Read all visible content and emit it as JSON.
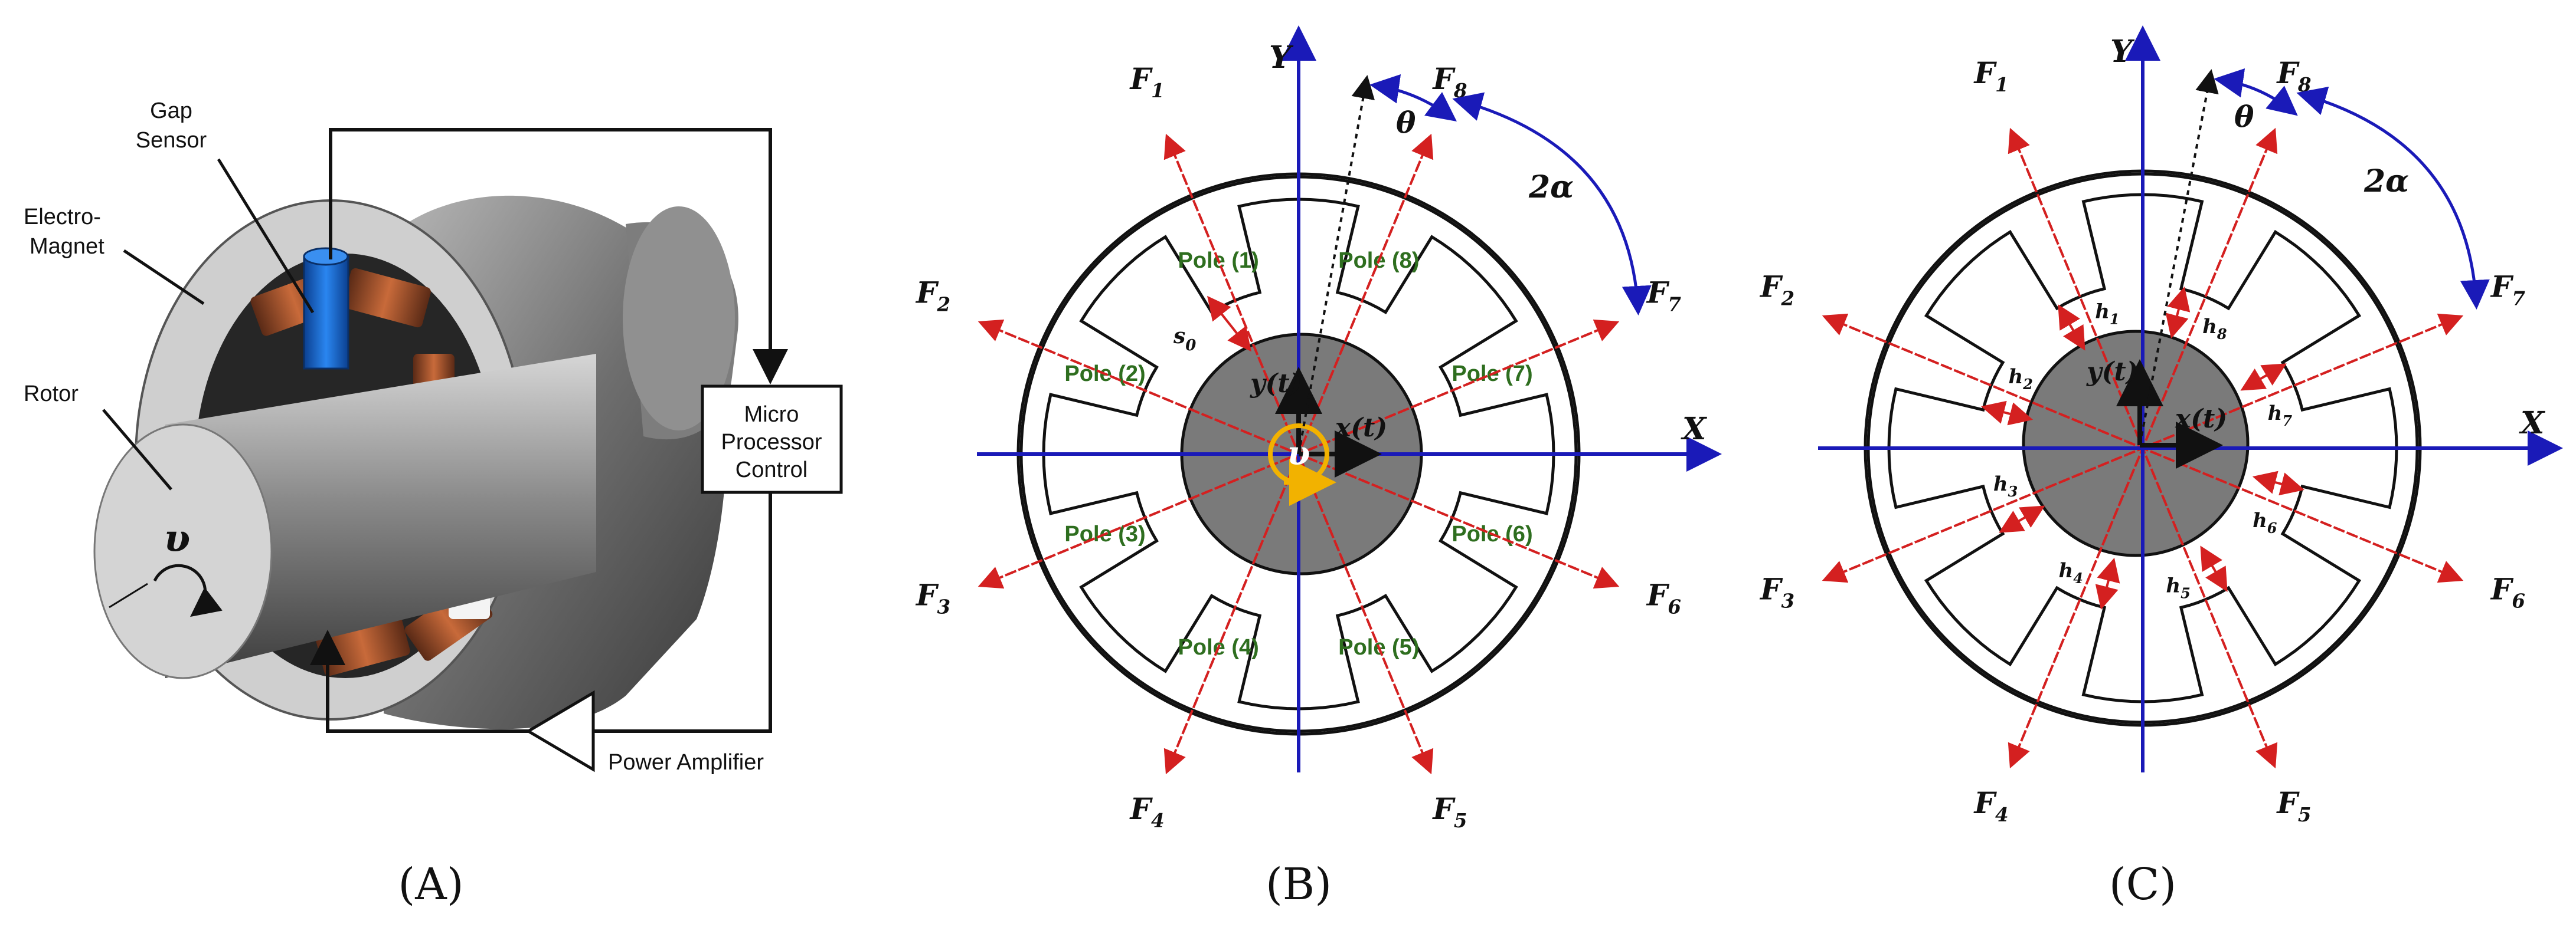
{
  "panel_a": {
    "caption": "(A)",
    "labels": {
      "gap_sensor": [
        "Gap",
        "Sensor"
      ],
      "electromagnet": [
        "Electro-",
        "Magnet"
      ],
      "rotor": "Rotor",
      "controller": [
        "Micro",
        "Processor",
        "Control"
      ],
      "amplifier": "Power Amplifier",
      "rotation": "υ"
    }
  },
  "panel_b": {
    "caption": "(B)",
    "axis_x": "X",
    "axis_y": "Y",
    "rotor_x": "x(t)",
    "rotor_y": "y(t)",
    "rotation": "υ",
    "angle_theta": "θ",
    "angle_alpha": "2α",
    "gap": "s",
    "gap_sub": "0",
    "forces": [
      {
        "base": "F",
        "sub": "1"
      },
      {
        "base": "F",
        "sub": "2"
      },
      {
        "base": "F",
        "sub": "3"
      },
      {
        "base": "F",
        "sub": "4"
      },
      {
        "base": "F",
        "sub": "5"
      },
      {
        "base": "F",
        "sub": "6"
      },
      {
        "base": "F",
        "sub": "7"
      },
      {
        "base": "F",
        "sub": "8"
      }
    ],
    "poles": [
      "Pole (1)",
      "Pole (2)",
      "Pole (3)",
      "Pole (4)",
      "Pole (5)",
      "Pole (6)",
      "Pole (7)",
      "Pole (8)"
    ]
  },
  "panel_c": {
    "caption": "(C)",
    "axis_x": "X",
    "axis_y": "Y",
    "rotor_x": "x(t)",
    "rotor_y": "y(t)",
    "angle_theta": "θ",
    "angle_alpha": "2α",
    "forces": [
      {
        "base": "F",
        "sub": "1"
      },
      {
        "base": "F",
        "sub": "2"
      },
      {
        "base": "F",
        "sub": "3"
      },
      {
        "base": "F",
        "sub": "4"
      },
      {
        "base": "F",
        "sub": "5"
      },
      {
        "base": "F",
        "sub": "6"
      },
      {
        "base": "F",
        "sub": "7"
      },
      {
        "base": "F",
        "sub": "8"
      }
    ],
    "gaps": [
      {
        "base": "h",
        "sub": "1"
      },
      {
        "base": "h",
        "sub": "2"
      },
      {
        "base": "h",
        "sub": "3"
      },
      {
        "base": "h",
        "sub": "4"
      },
      {
        "base": "h",
        "sub": "5"
      },
      {
        "base": "h",
        "sub": "6"
      },
      {
        "base": "h",
        "sub": "7"
      },
      {
        "base": "h",
        "sub": "8"
      }
    ]
  },
  "colors": {
    "axis": "#1a1ab8",
    "force": "#d42020",
    "rotor": "#7a7a7a",
    "pole_label": "#2e6e1f",
    "rotation_marker": "#f2b200",
    "sensor": "#1560c8"
  }
}
